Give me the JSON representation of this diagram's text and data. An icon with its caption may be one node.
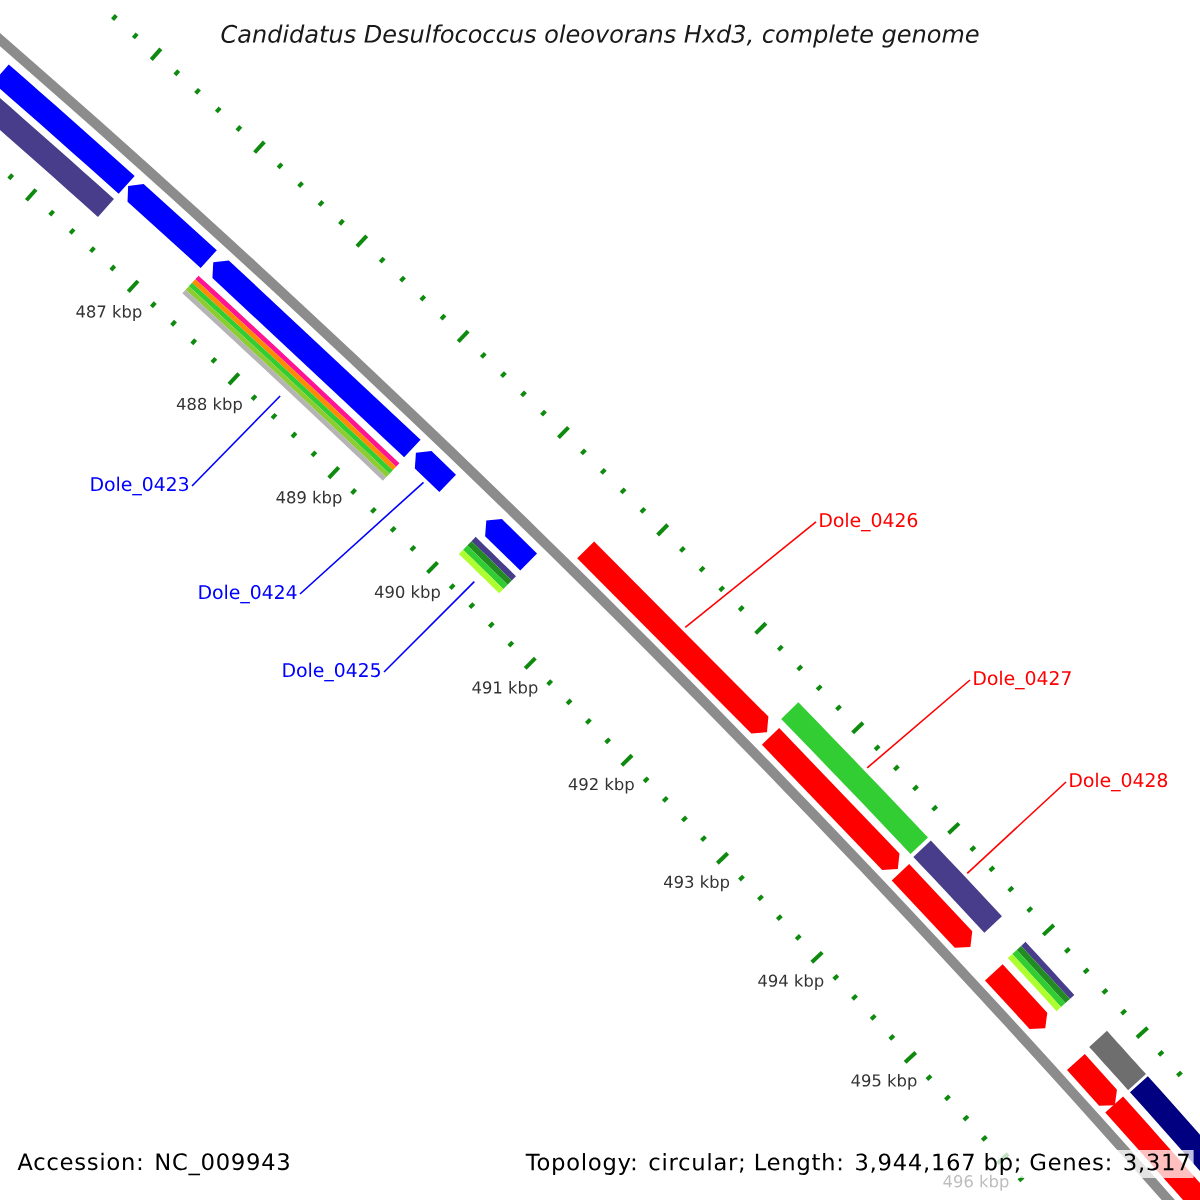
{
  "diagram": {
    "title": "Candidatus Desulfococcus oleovorans Hxd3, complete genome",
    "nodes": [
      {
        "text": [
          "Dole_0423"
        ]
      },
      {
        "text": [],
        "shape": "pentagon"
      },
      {
        "text": [
          "Dole_0424"
        ]
      },
      {
        "text": [],
        "shape": "pentagon"
      },
      {
        "text": [
          "Dole_0425"
        ]
      },
      {
        "text": [],
        "shape": "pentagon"
      },
      {
        "text": [
          "Dole_0426"
        ]
      },
      {
        "text": [],
        "shape": "pentagon"
      },
      {
        "text": [
          "Dole_0427"
        ]
      },
      {
        "text": [],
        "shape": "pentagon"
      },
      {
        "text": [
          "Dole_0428"
        ]
      },
      {
        "text": [],
        "shape": "pentagon"
      }
    ],
    "edges": [
      {
        "from": 0,
        "to": 1,
        "arrow": "none",
        "color": "#0000ff"
      },
      {
        "from": 2,
        "to": 3,
        "arrow": "none",
        "color": "#0000ff"
      },
      {
        "from": 4,
        "to": 5,
        "arrow": "none",
        "color": "#0000ff"
      },
      {
        "from": 6,
        "to": 7,
        "arrow": "none",
        "color": "#ff0000"
      },
      {
        "from": 8,
        "to": 9,
        "arrow": "none",
        "color": "#ff0000"
      },
      {
        "from": 10,
        "to": 11,
        "arrow": "none",
        "color": "#ff0000"
      }
    ],
    "labels": [
      "487 kbp",
      "488 kbp",
      "489 kbp",
      "490 kbp",
      "491 kbp",
      "492 kbp",
      "493 kbp",
      "494 kbp",
      "495 kbp",
      "496 kbp",
      "Accession: NC_009943",
      "Topology: circular; Length: 3,944,167 bp; Genes: 3,317"
    ]
  }
}
